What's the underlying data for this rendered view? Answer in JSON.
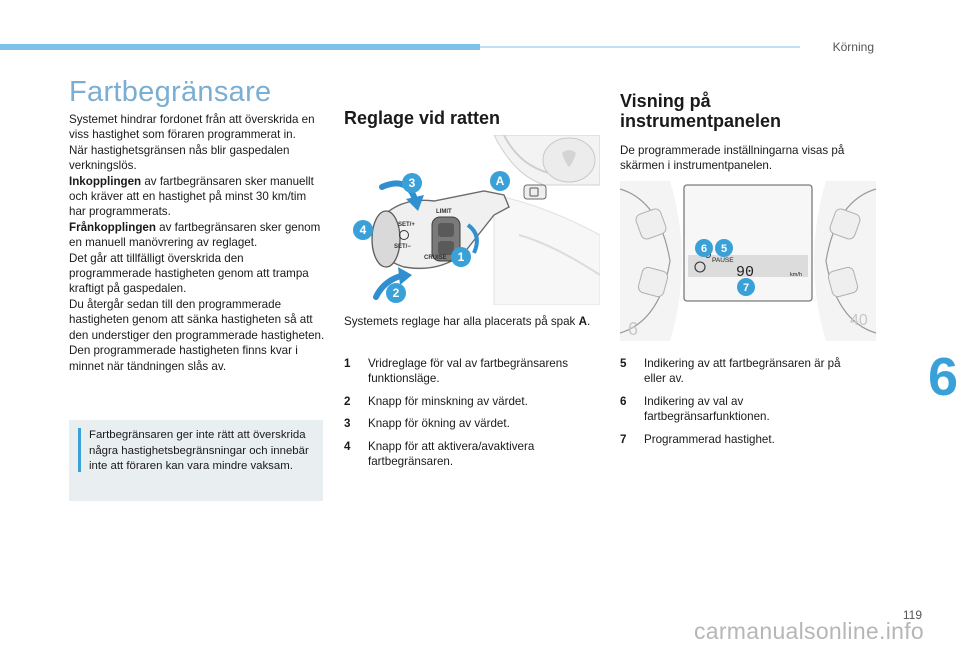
{
  "header": {
    "section": "Körning"
  },
  "chapter": {
    "number": "6"
  },
  "page": {
    "number": "119"
  },
  "watermark": "carmanualsonline.info",
  "left": {
    "title": "Fartbegränsare",
    "p1": "Systemet hindrar fordonet från att överskrida en viss hastighet som föraren programmerat in.",
    "p2": "När hastighetsgränsen nås blir gaspedalen verkningslös.",
    "p3_bold": "Inkopplingen",
    "p3_rest": " av fartbegränsaren sker manuellt och kräver att en hastighet på minst 30 km/tim har programmerats.",
    "p4_bold": "Frånkopplingen",
    "p4_rest": " av fartbegränsaren sker genom en manuell manövrering av reglaget.",
    "p5": "Det går att tillfälligt överskrida den programmerade hastigheten genom att trampa kraftigt på gaspedalen.",
    "p6": "Du återgår sedan till den programmerade hastigheten genom att sänka hastigheten så att den understiger den programmerade hastigheten.",
    "p7": "Den programmerade hastigheten finns kvar i minnet när tändningen slås av.",
    "note": "Fartbegränsaren ger inte rätt att överskrida några hastighetsbegränsningar och innebär inte att föraren kan vara mindre vaksam."
  },
  "middle": {
    "title": "Reglage vid ratten",
    "figure_labels": {
      "A": "A",
      "n1": "1",
      "n2": "2",
      "n3": "3",
      "n4": "4",
      "set_plus": "SET/+",
      "set_minus": "SET/−",
      "limit": "LIMIT",
      "cruise": "CRUISE"
    },
    "caption": "Systemets reglage har alla placerats på spak",
    "caption_letter": "A",
    "caption_end": ".",
    "items": [
      {
        "num": "1",
        "text": "Vridreglage för val av fartbegränsarens funktionsläge."
      },
      {
        "num": "2",
        "text": "Knapp för minskning av värdet."
      },
      {
        "num": "3",
        "text": "Knapp för ökning av värdet."
      },
      {
        "num": "4",
        "text": "Knapp för att aktivera/avaktivera fartbegränsaren."
      }
    ]
  },
  "right": {
    "title_line1": "Visning på",
    "title_line2": "instrumentpanelen",
    "intro": "De programmerade inställningarna visas på skärmen i instrumentpanelen.",
    "figure_labels": {
      "n5": "5",
      "n6": "6",
      "n7": "7",
      "pause": "PAUSE",
      "speed": "90",
      "unit": "km/h",
      "dial_left": "6",
      "dial_right": "40"
    },
    "items": [
      {
        "num": "5",
        "text": "Indikering av att fartbegränsaren är på eller av."
      },
      {
        "num": "6",
        "text": "Indikering av val av fartbegränsarfunktionen."
      },
      {
        "num": "7",
        "text": "Programmerad hastighet."
      }
    ]
  },
  "colors": {
    "accent": "#3aa0d8",
    "title": "#7aaed2",
    "note_bg": "#e9eef1",
    "callout": "#3aa0d8",
    "callout_alt": "#2f8fcf"
  }
}
